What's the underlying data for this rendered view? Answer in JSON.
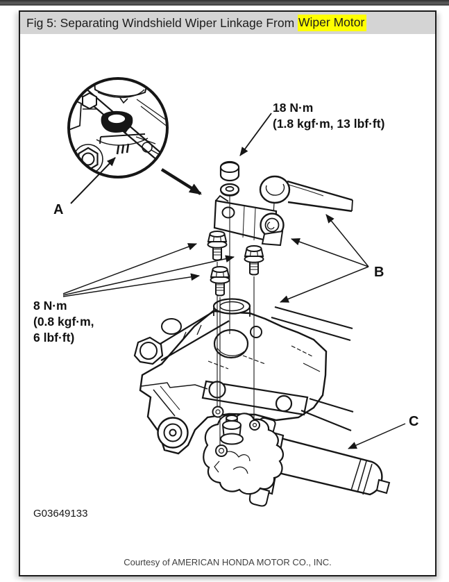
{
  "window": {
    "titlebar": {
      "title_prefix": "Fig 5: Separating Windshield Wiper Linkage From ",
      "title_highlight": "Wiper Motor"
    }
  },
  "diagram": {
    "callout_a": "A",
    "callout_b": "B",
    "callout_c": "C",
    "torque_upper": {
      "line1": "18 N·m",
      "line2": "(1.8 kgf·m, 13 lbf·ft)"
    },
    "torque_lower": {
      "line1": "8 N·m",
      "line2": "(0.8 kgf·m,",
      "line3": "6 lbf·ft)"
    },
    "figure_code": "G03649133"
  },
  "footer": {
    "courtesy": "Courtesy of AMERICAN HONDA MOTOR CO., INC."
  },
  "colors": {
    "highlight": "#ffff00",
    "ink": "#161616",
    "titlebar_bg": "#d4d4d4"
  }
}
